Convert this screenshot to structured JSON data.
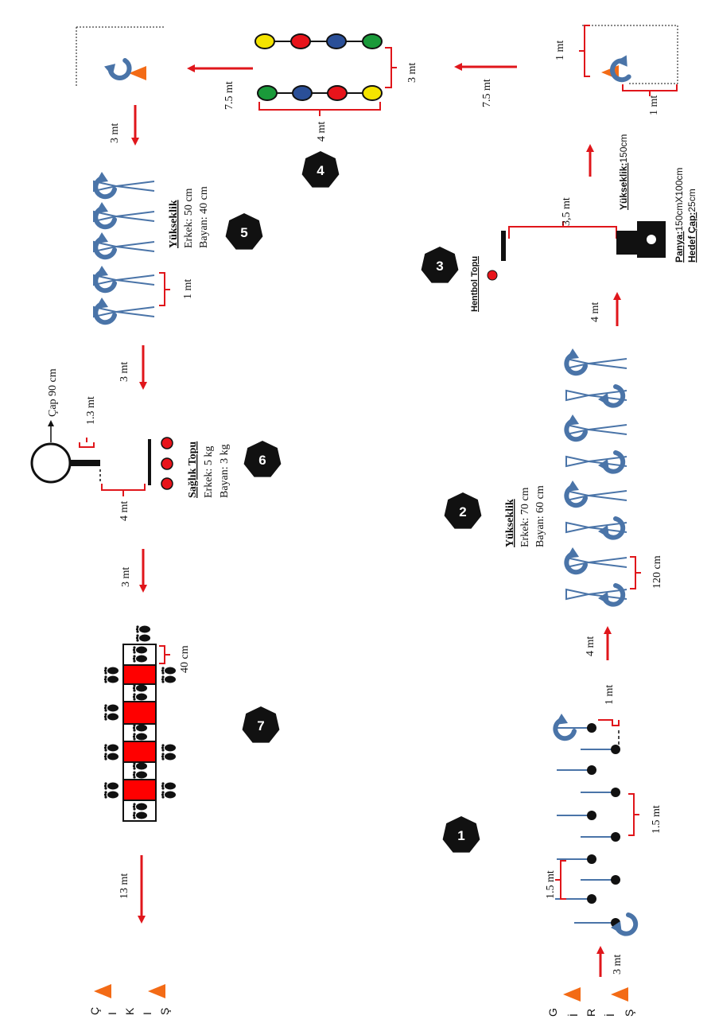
{
  "colors": {
    "arrow_red": "#e0161b",
    "bracket_red": "#e0161b",
    "hurdle_blue": "#4a74a8",
    "cone_orange": "#f36b16",
    "mat_red": "#ff0000",
    "station_black": "#111111",
    "ball_yellow": "#f5e400",
    "ball_red": "#e8141b",
    "ball_blue": "#2a4f98",
    "ball_green": "#1a9a3a"
  },
  "icons": {
    "station_marker": "black-heptagon",
    "direction": "red-arrow",
    "turn": "blue-curved-arrow",
    "cone": "orange-cone",
    "footprint": "footprint-pair",
    "ball": "colored-circle"
  },
  "entrance": {
    "word_letters": [
      "G",
      "İ",
      "R",
      "İ",
      "Ş"
    ]
  },
  "exit": {
    "word_letters": [
      "Ç",
      "I",
      "K",
      "I",
      "Ş"
    ]
  },
  "stations": [
    {
      "number": "1",
      "labels": {
        "start_distance": "3 mt",
        "left_spacing": "1.5 mt",
        "right_spacing": "1.5 mt",
        "side_offset": "1 mt"
      }
    },
    {
      "number": "2",
      "labels": {
        "height_title": "Yükseklik",
        "male": "Erkek: 70 cm",
        "female": "Bayan: 60 cm",
        "spacing": "120 cm",
        "before": "4 mt"
      }
    },
    {
      "number": "3",
      "labels": {
        "ball_name": "Hentbol Topu",
        "distance": "3,5 mt",
        "height": "Yükseklik:",
        "height_value": "150cm",
        "panel_title": "Panya:",
        "panel_value": "150cmX100cm",
        "target_title": "Hedef Çap:",
        "target_value": "25cm",
        "before": "4 mt"
      }
    },
    {
      "number": "4",
      "labels": {
        "row_gap": "3 mt",
        "row_width": "4 mt",
        "to_left": "7.5 mt",
        "to_right": "7.5 mt",
        "square_left": "1 mt",
        "square_right_side": "1 mt",
        "square_right_bottom": "1 mt"
      }
    },
    {
      "number": "5",
      "labels": {
        "height_title": "Yükseklik",
        "male": "Erkek: 50 cm",
        "female": "Bayan: 40 cm",
        "spacing": "1 mt",
        "before": "3 mt",
        "after": "3 mt"
      }
    },
    {
      "number": "6",
      "labels": {
        "ball_title": "Sağlık Topu",
        "male": "Erkek: 5 kg",
        "female": "Bayan: 3 kg",
        "hoop_size": "Çap 90 cm",
        "hoop_height": "1.3 mt",
        "distance": "4 mt",
        "after": "3 mt"
      }
    },
    {
      "number": "7",
      "labels": {
        "cell_size": "40 cm",
        "to_exit": "13 mt"
      }
    }
  ]
}
